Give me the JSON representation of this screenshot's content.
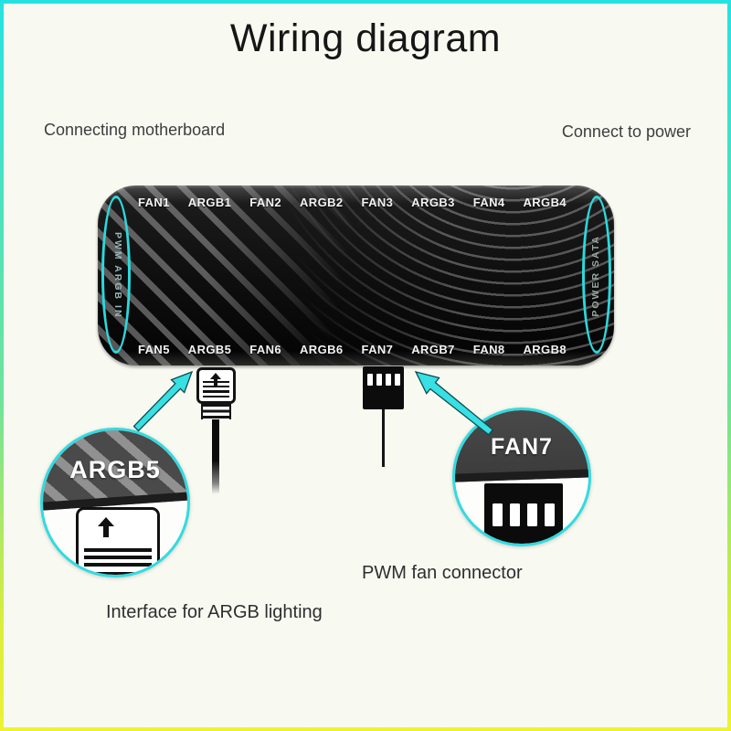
{
  "page": {
    "title": "Wiring diagram"
  },
  "labels": {
    "connect_motherboard": "Connecting motherboard",
    "connect_power": "Connect to power",
    "pwm_fan_connector": "PWM fan connector",
    "argb_interface": "Interface for ARGB lighting"
  },
  "hub": {
    "top_ports": [
      "FAN1",
      "ARGB1",
      "FAN2",
      "ARGB2",
      "FAN3",
      "ARGB3",
      "FAN4",
      "ARGB4"
    ],
    "bottom_ports": [
      "FAN5",
      "ARGB5",
      "FAN6",
      "ARGB6",
      "FAN7",
      "ARGB7",
      "FAN8",
      "ARGB8"
    ],
    "left_edge_label": "PWM ARGB IN",
    "right_edge_label": "POWER SATA"
  },
  "callouts": {
    "argb": {
      "port_label": "ARGB5"
    },
    "fan": {
      "port_label": "FAN7"
    }
  },
  "colors": {
    "accent_cyan": "#2bd9dd",
    "frame_top": "#25e2e2",
    "frame_bottom": "#eef233",
    "background": "#f8faf2",
    "hub_body": "#0f0f0f"
  }
}
